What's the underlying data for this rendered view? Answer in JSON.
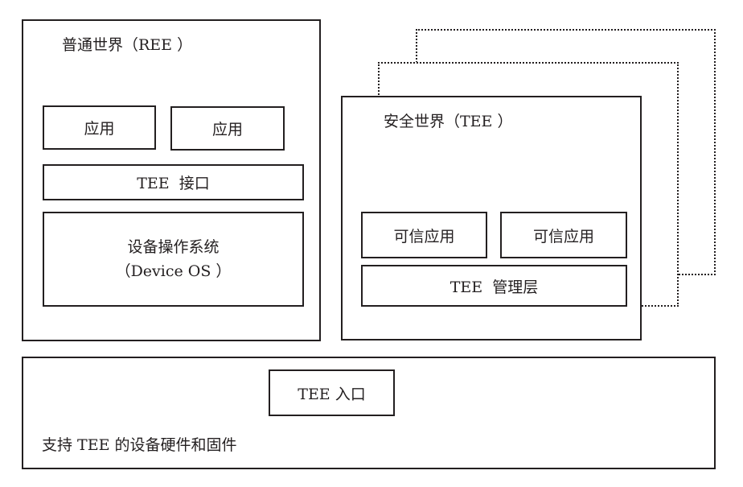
{
  "ree": {
    "title": "普通世界（REE ）",
    "apps": [
      "应用",
      "应用"
    ],
    "tee_interface": "TEE  接口",
    "device_os": {
      "line1": "设备操作系统",
      "line2": "（Device OS ）"
    }
  },
  "tee": {
    "title": "安全世界（TEE ）",
    "trusted_apps": [
      "可信应用",
      "可信应用"
    ],
    "management_layer": "TEE  管理层"
  },
  "hardware": {
    "tee_entry": "TEE 入口",
    "caption": "支持 TEE 的设备硬件和固件"
  }
}
